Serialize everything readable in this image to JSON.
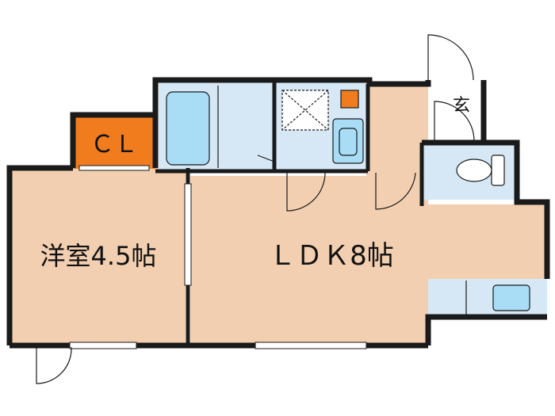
{
  "floorplan": {
    "rooms": {
      "closet": "ＣＬ",
      "western_room": "洋室4.5帖",
      "ldk": "ＬＤＫ8帖",
      "entrance": "玄"
    },
    "colors": {
      "room_floor": "#f2cfb0",
      "closet": "#f07c1e",
      "wet_area": "#d6e8f6",
      "fixture": "#a9ddf5",
      "wall": "#1a1a1a",
      "entrance_accent": "#f07c1e"
    }
  }
}
